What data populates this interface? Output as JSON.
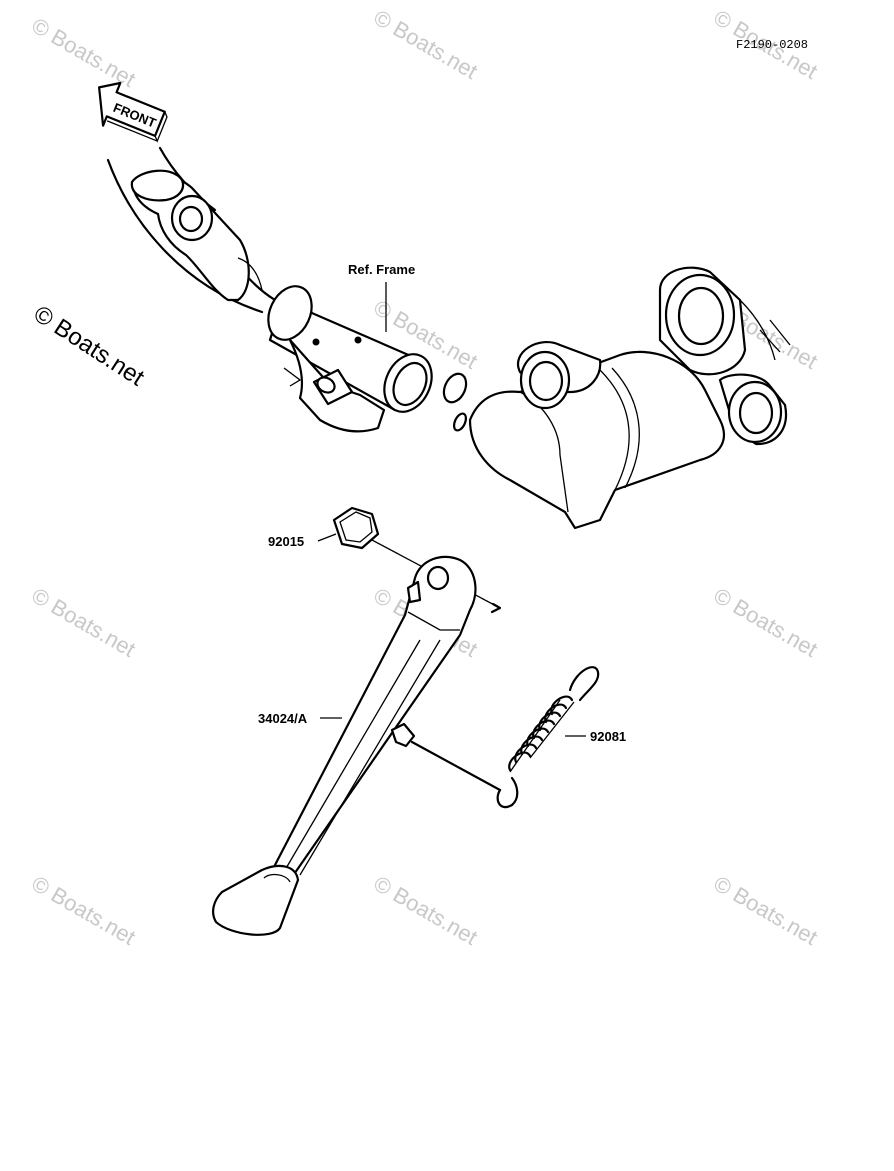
{
  "diagram": {
    "code": "F2190-0208",
    "front_arrow": "FRONT",
    "labels": {
      "ref_frame": "Ref. Frame",
      "nut": "92015",
      "stand": "34024/A",
      "spring": "92081"
    },
    "watermark": {
      "text": "© Boats.net"
    }
  }
}
